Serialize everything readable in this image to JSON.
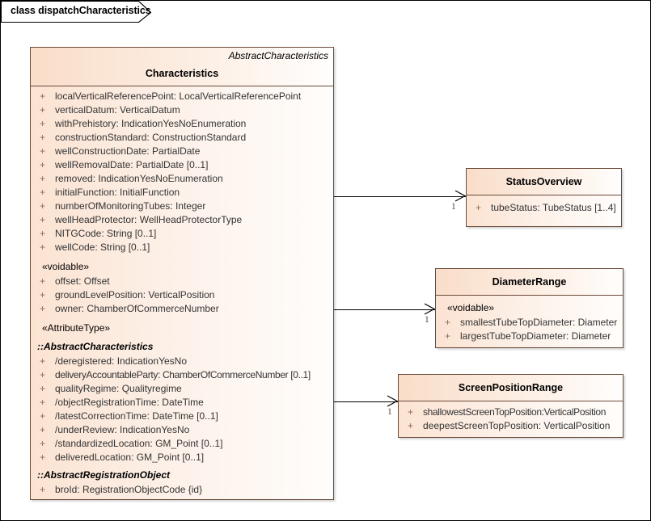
{
  "frame": {
    "label": "class dispatchCharacteristics"
  },
  "classes": [
    {
      "id": "characteristics",
      "name": "Characteristics",
      "stereotype_top": "AbstractCharacteristics",
      "sections": [
        {
          "kind": "attrs",
          "rows": [
            {
              "vis": "+",
              "text": "localVerticalReferencePoint: LocalVerticalReferencePoint"
            },
            {
              "vis": "+",
              "text": "verticalDatum: VerticalDatum"
            },
            {
              "vis": "+",
              "text": "withPrehistory: IndicationYesNoEnumeration"
            },
            {
              "vis": "+",
              "text": "constructionStandard: ConstructionStandard"
            },
            {
              "vis": "+",
              "text": "wellConstructionDate: PartialDate"
            },
            {
              "vis": "+",
              "text": "wellRemovalDate: PartialDate [0..1]"
            },
            {
              "vis": "+",
              "text": "removed: IndicationYesNoEnumeration"
            },
            {
              "vis": "+",
              "text": "initialFunction: InitialFunction"
            },
            {
              "vis": "+",
              "text": "numberOfMonitoringTubes: Integer"
            },
            {
              "vis": "+",
              "text": "wellHeadProtector: WellHeadProtectorType"
            },
            {
              "vis": "+",
              "text": "NITGCode: String [0..1]"
            },
            {
              "vis": "+",
              "text": "wellCode: String [0..1]"
            }
          ]
        },
        {
          "kind": "group",
          "label": "«voidable»",
          "rows": [
            {
              "vis": "+",
              "text": "offset: Offset"
            },
            {
              "vis": "+",
              "text": "groundLevelPosition: VerticalPosition"
            },
            {
              "vis": "+",
              "text": "owner: ChamberOfCommerceNumber"
            }
          ]
        },
        {
          "kind": "group",
          "label": "«AttributeType»",
          "rows": []
        },
        {
          "kind": "inherited",
          "label": "::AbstractCharacteristics",
          "rows": [
            {
              "vis": "+",
              "text": "/deregistered: IndicationYesNo"
            },
            {
              "vis": "+",
              "text": "deliveryAccountableParty: ChamberOfCommerceNumber [0..1]",
              "narrow": true
            },
            {
              "vis": "+",
              "text": "qualityRegime: Qualityregime"
            },
            {
              "vis": "+",
              "text": "/objectRegistrationTime: DateTime"
            },
            {
              "vis": "+",
              "text": "/latestCorrectionTime: DateTime [0..1]"
            },
            {
              "vis": "+",
              "text": "/underReview: IndicationYesNo"
            },
            {
              "vis": "+",
              "text": "/standardizedLocation: GM_Point [0..1]"
            },
            {
              "vis": "+",
              "text": "deliveredLocation: GM_Point [0..1]"
            }
          ]
        },
        {
          "kind": "inherited",
          "label": "::AbstractRegistrationObject",
          "rows": [
            {
              "vis": "+",
              "text": "broId: RegistrationObjectCode {id}"
            }
          ]
        }
      ]
    },
    {
      "id": "status-overview",
      "name": "StatusOverview",
      "sections": [
        {
          "kind": "attrs",
          "rows": [
            {
              "vis": "+",
              "text": "tubeStatus: TubeStatus [1..4]"
            }
          ]
        }
      ]
    },
    {
      "id": "diameter-range",
      "name": "DiameterRange",
      "sections": [
        {
          "kind": "group",
          "label": "«voidable»",
          "rows": [
            {
              "vis": "+",
              "text": "smallestTubeTopDiameter: Diameter"
            },
            {
              "vis": "+",
              "text": "largestTubeTopDiameter: Diameter"
            }
          ]
        }
      ]
    },
    {
      "id": "screen-position-range",
      "name": "ScreenPositionRange",
      "sections": [
        {
          "kind": "attrs",
          "rows": [
            {
              "vis": "+",
              "text": "shallowestScreenTopPosition:VerticalPosition",
              "narrow": true
            },
            {
              "vis": "+",
              "text": "deepestScreenTopPosition: VerticalPosition"
            }
          ]
        }
      ]
    }
  ],
  "connectors": [
    {
      "id": "conn-status-overview",
      "multiplicity": "1"
    },
    {
      "id": "conn-diameter-range",
      "multiplicity": "1"
    },
    {
      "id": "conn-screen-position-range",
      "multiplicity": "1"
    }
  ],
  "colors": {
    "class_fill_left": "#fbe3d2",
    "class_fill_right": "#fffdfb",
    "class_border": "#6b4a38",
    "text": "#333333",
    "visibility": "#8a6a58",
    "connector": "#000000",
    "canvas": "#ffffff"
  }
}
